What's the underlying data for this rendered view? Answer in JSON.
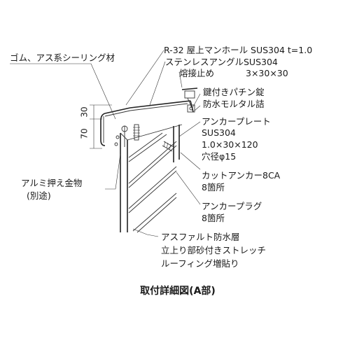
{
  "labels": {
    "sealant": "ゴム、アス系シーリング材",
    "manhole": "R-32 屋上マンホール SUS304 t=1.0",
    "angle": "ステンレスアングルSUS304",
    "weld": "熔接止め",
    "weld_size": "3×30×30",
    "lock": "鍵付きパチン錠",
    "mortar": "防水モルタル詰",
    "plate_1": "アンカープレート",
    "plate_2": "SUS304",
    "plate_3": "1.0×30×120",
    "plate_4": "穴径φ15",
    "cut_anchor_1": "カットアンカー8CA",
    "cut_anchor_2": "8箇所",
    "plug_1": "アンカープラグ",
    "plug_2": "8箇所",
    "clamp_1": "アルミ押え金物",
    "clamp_2": "(別途)",
    "asphalt_1": "アスファルト防水層",
    "asphalt_2": "立上り部砂付きストレッチ",
    "asphalt_3": "ルーフィング増貼り",
    "dim_30": "30",
    "dim_70": "70"
  },
  "caption": "取付詳細図(A部)"
}
